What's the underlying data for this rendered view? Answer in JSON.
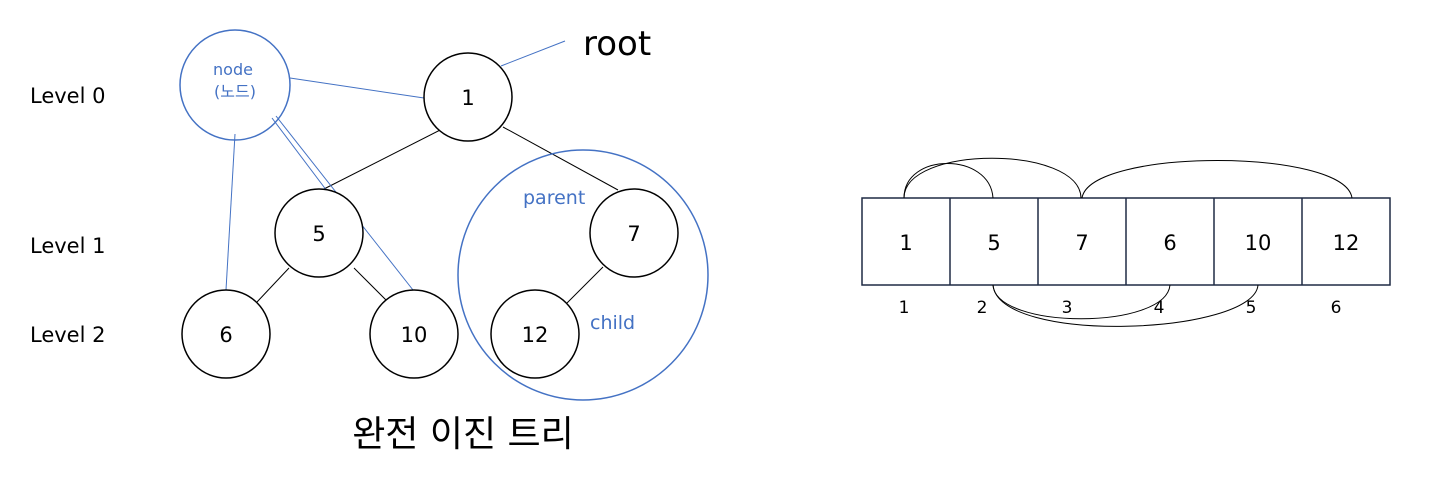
{
  "colors": {
    "accent": "#4472c4",
    "stroke": "#000000",
    "background": "#ffffff"
  },
  "levels": [
    "Level 0",
    "Level 1",
    "Level 2"
  ],
  "annotations": {
    "root": "root",
    "node_en": "node",
    "node_ko": "(노드)",
    "parent": "parent",
    "child": "child"
  },
  "tree": {
    "nodes": [
      "1",
      "5",
      "7",
      "6",
      "10",
      "12"
    ],
    "title": "완전 이진 트리"
  },
  "array": {
    "cells": [
      "1",
      "5",
      "7",
      "6",
      "10",
      "12"
    ],
    "indices": [
      "1",
      "2",
      "3",
      "4",
      "5",
      "6"
    ]
  }
}
